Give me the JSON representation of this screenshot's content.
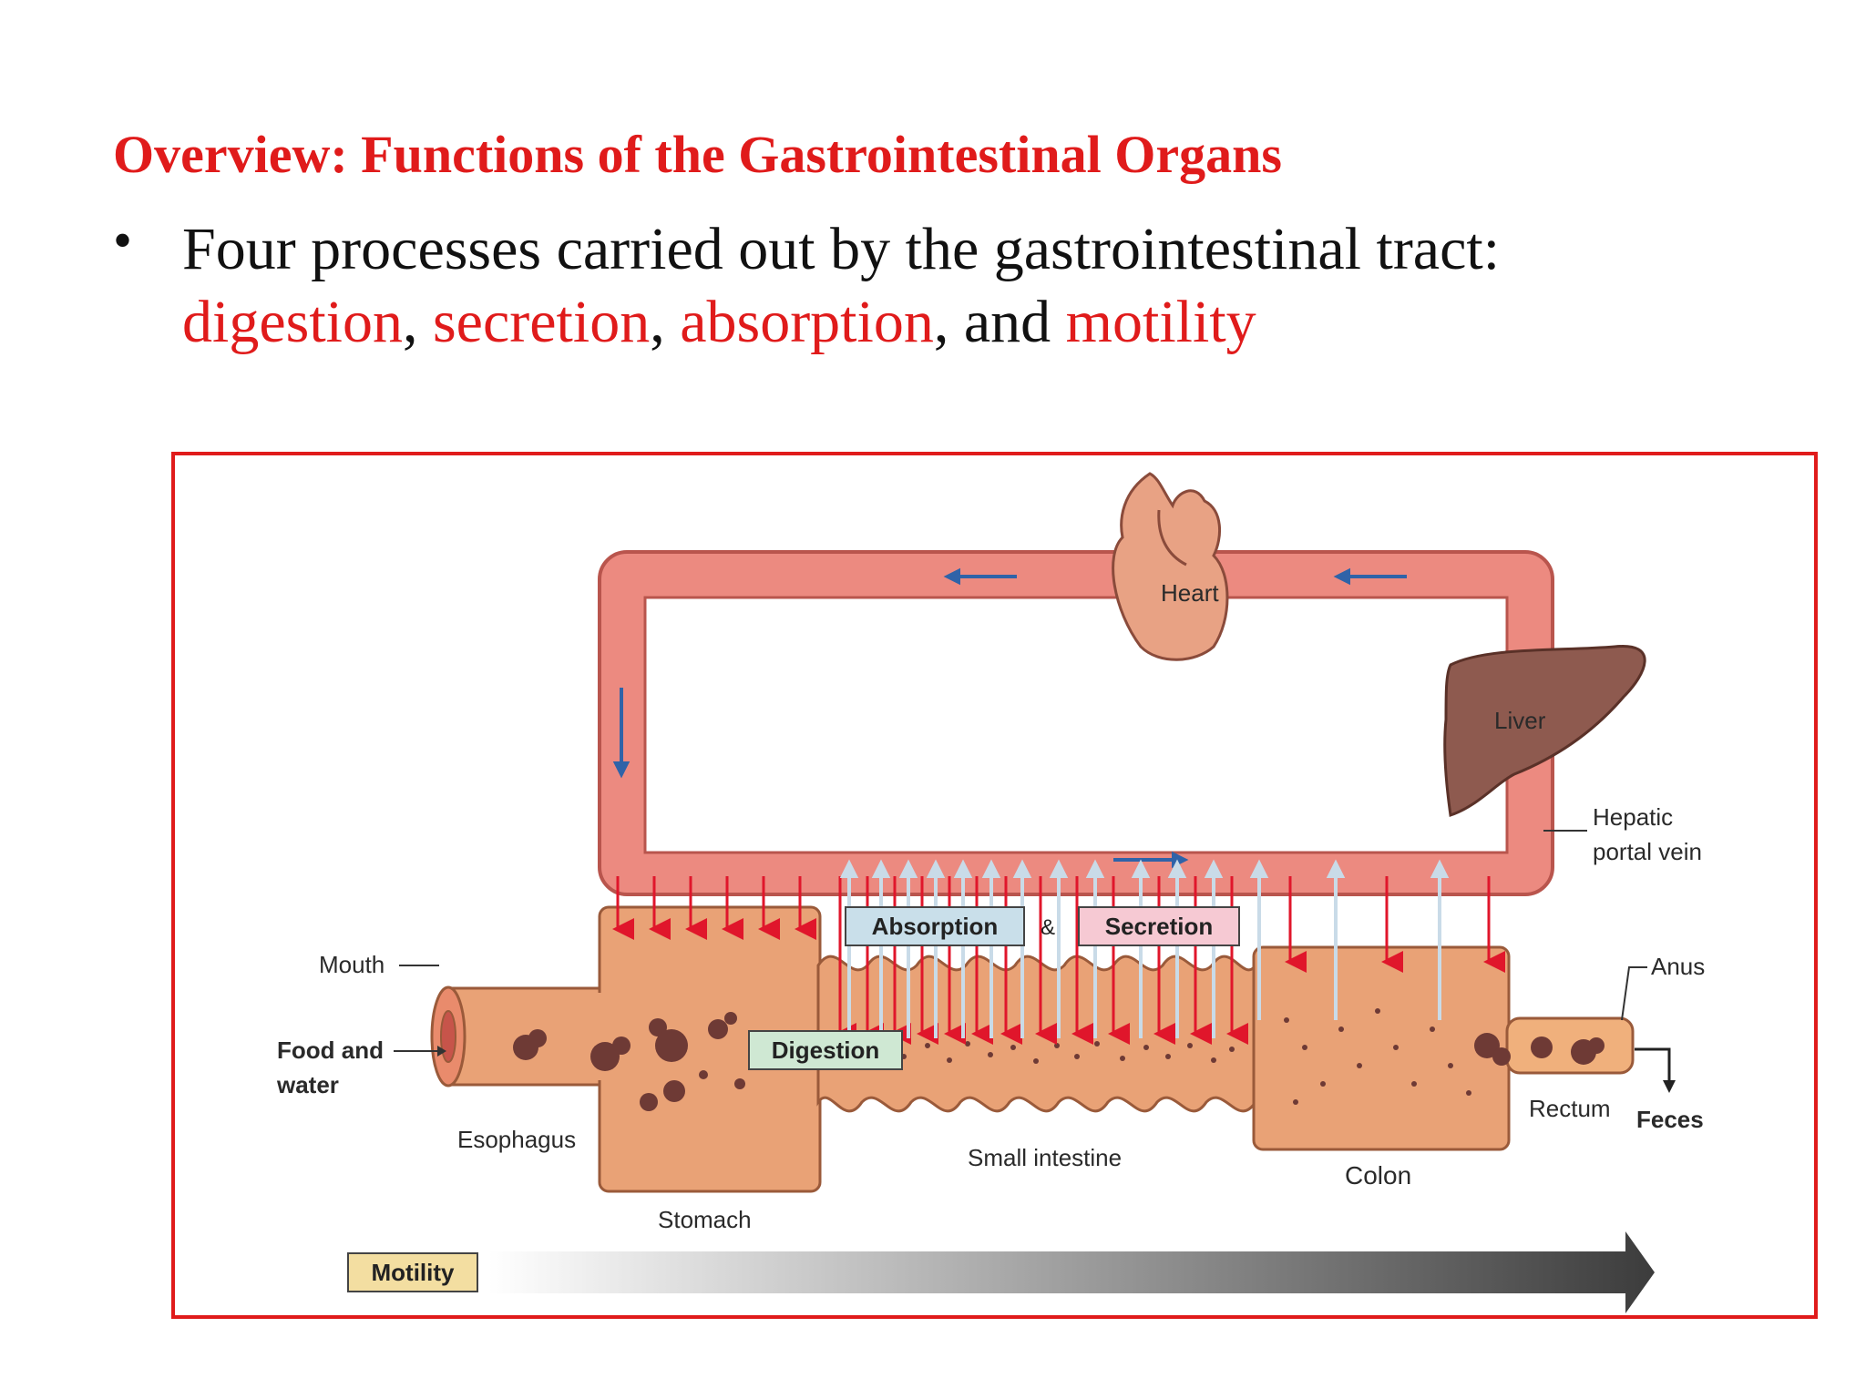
{
  "slide": {
    "title": "Overview: Functions of the Gastrointestinal Organs",
    "bullet_symbol": "•",
    "bullet_line1": "Four processes carried out by the gastrointestinal tract:",
    "processes": [
      "digestion",
      "secretion",
      "absorption",
      "motility"
    ],
    "separators": [
      ", ",
      ", ",
      ", and "
    ]
  },
  "diagram": {
    "labels": {
      "heart": "Heart",
      "liver": "Liver",
      "hepatic_portal_vein_1": "Hepatic",
      "hepatic_portal_vein_2": "portal vein",
      "mouth": "Mouth",
      "food_and_water_1": "Food and",
      "food_and_water_2": "water",
      "esophagus": "Esophagus",
      "stomach": "Stomach",
      "small_intestine": "Small intestine",
      "colon": "Colon",
      "rectum": "Rectum",
      "anus": "Anus",
      "feces": "Feces"
    },
    "boxes": {
      "absorption": "Absorption",
      "ampersand": "&",
      "secretion": "Secretion",
      "digestion": "Digestion",
      "motility": "Motility"
    },
    "colors": {
      "vessel": "#ec8a80",
      "vessel_stroke": "#b9554d",
      "tract": "#e9a276",
      "tract_stroke": "#9a5a3a",
      "secretion_arrow": "#e0162b",
      "absorption_arrow": "#c9dbe8",
      "flow_arrow": "#2f63a8",
      "food": "#6e3a35",
      "absorption_box": "#c9dfea",
      "secretion_box": "#f6c9d3",
      "digestion_box": "#cfe8d3",
      "motility_box": "#f3dea1",
      "liver": "#8e5a4f",
      "heart": "#e8a284"
    }
  }
}
